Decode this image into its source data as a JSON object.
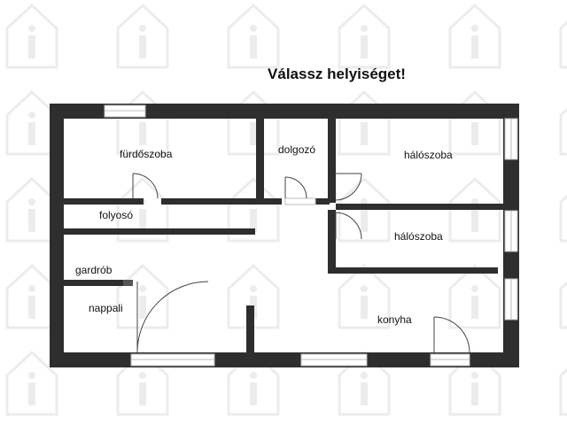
{
  "title": "Válassz helyiséget!",
  "rooms": {
    "furdoszoba": "fürdőszoba",
    "dolgozo": "dolgozó",
    "haloszoba_1": "hálószoba",
    "haloszoba_2": "hálószoba",
    "folyoso": "folyosó",
    "gardrob": "gardrób",
    "nappali": "nappali",
    "konyha": "konyha"
  },
  "colors": {
    "wall": "#2e2e2e",
    "window": "#bdbdbd",
    "watermark": "#ececec",
    "background": "#ffffff"
  },
  "icons": [
    "house-info-watermark-icon"
  ]
}
